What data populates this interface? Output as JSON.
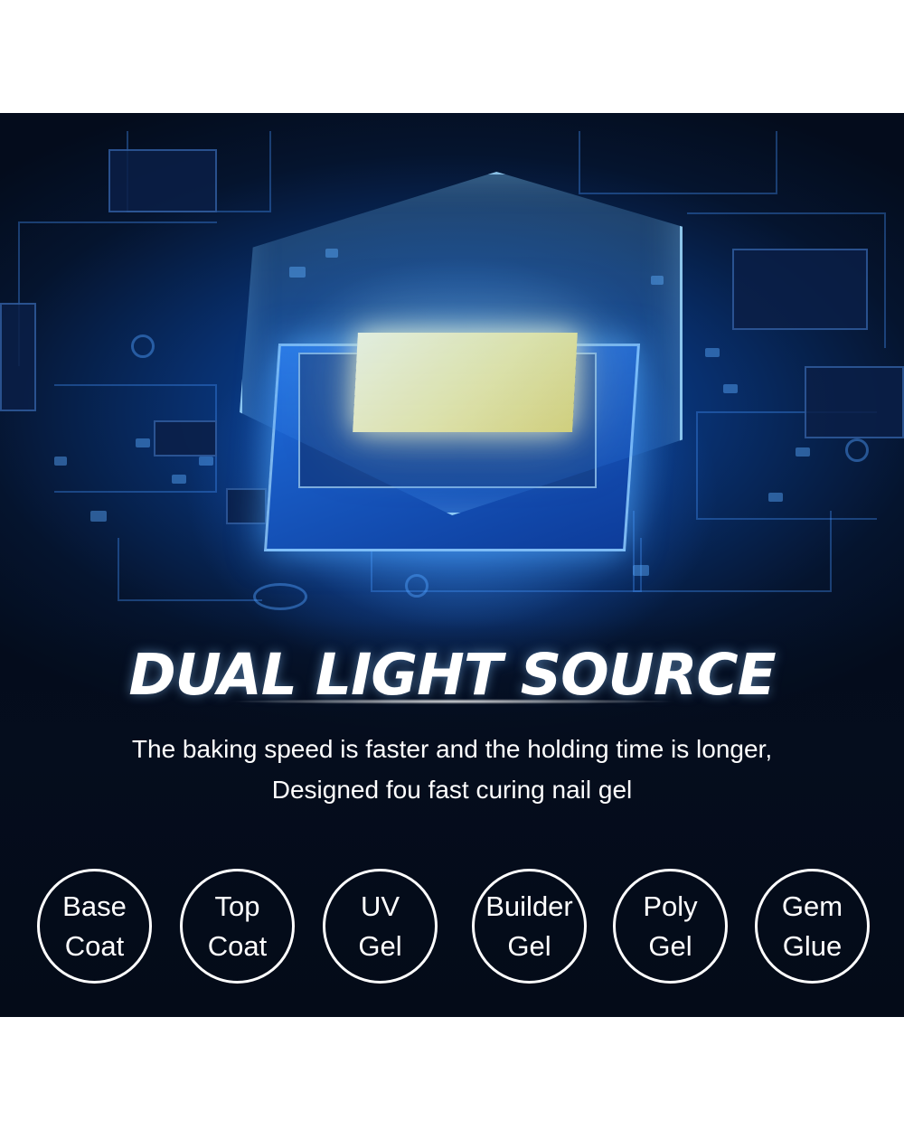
{
  "headline": "DUAL LIGHT SOURCE",
  "subtext": {
    "line1": "The baking speed is faster and the holding time is longer,",
    "line2": "Designed fou fast curing nail gel"
  },
  "badges": [
    {
      "line1": "Base",
      "line2": "Coat"
    },
    {
      "line1": "Top",
      "line2": "Coat"
    },
    {
      "line1": "UV",
      "line2": "Gel"
    },
    {
      "line1": "Builder",
      "line2": "Gel"
    },
    {
      "line1": "Poly",
      "line2": "Gel"
    },
    {
      "line1": "Gem",
      "line2": "Glue"
    }
  ],
  "colors": {
    "background_top": "#0d4fb3",
    "background_bottom": "#040b18",
    "led": "#f6ec9a",
    "text": "#ffffff"
  },
  "icons": [
    "circuit-board-illustration",
    "led-chip-illustration"
  ]
}
